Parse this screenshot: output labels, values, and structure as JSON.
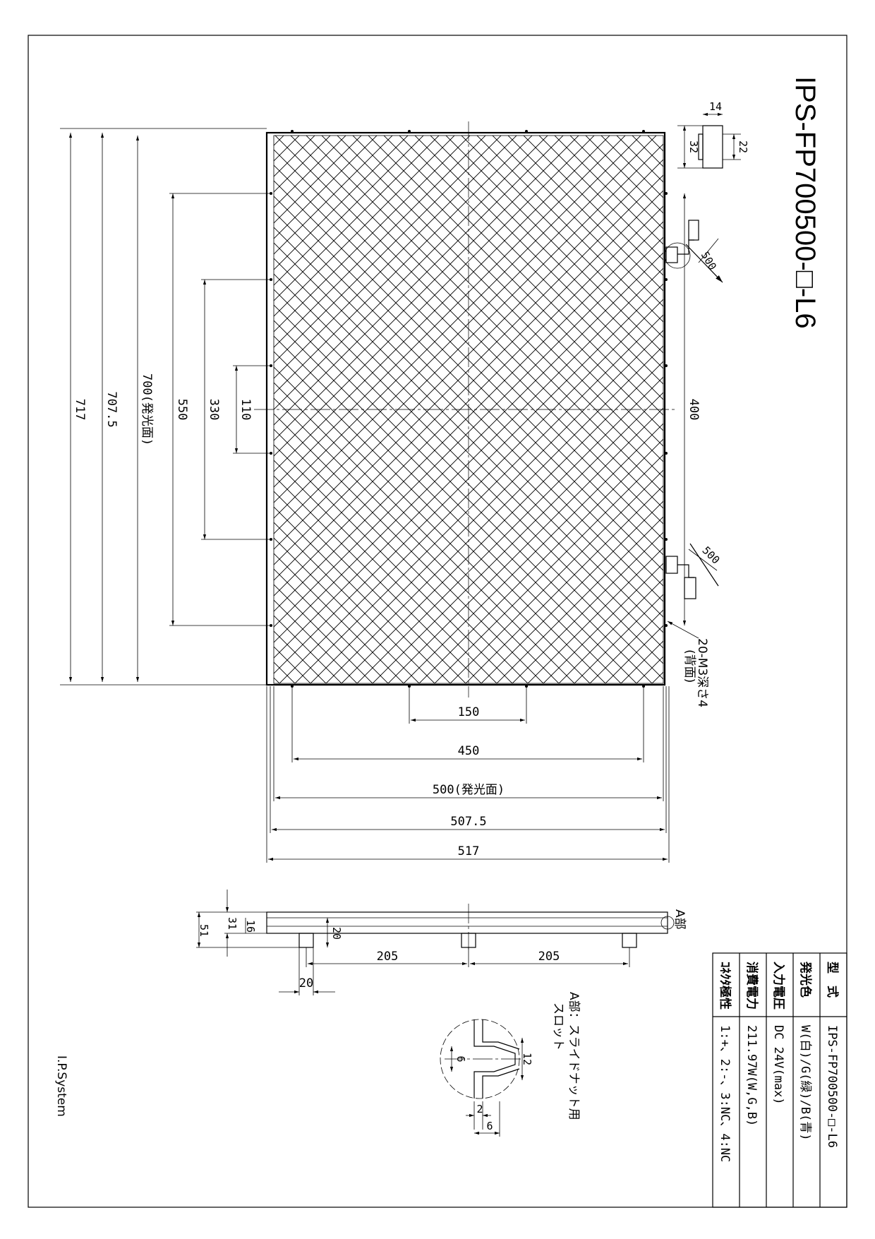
{
  "model_title": "IPS-FP700500-□-L6",
  "company": "I.P.System",
  "dimensions": {
    "h717": "717",
    "h707_5": "707.5",
    "h700": "700(発光面)",
    "h550": "550",
    "h330": "330",
    "h110": "110",
    "h400": "400",
    "w150": "150",
    "w450": "450",
    "w500": "500(発光面)",
    "w507_5": "507.5",
    "w517": "517",
    "cable_top": "500",
    "cable_bottom": "500",
    "conn_14": "14",
    "conn_22": "22",
    "conn_32": "32",
    "side_31": "31",
    "side_51": "51",
    "side_16": "16",
    "side_20v": "20",
    "side_205a": "205",
    "side_205b": "205",
    "side_20h": "20",
    "detail_12": "12",
    "detail_6v": "6",
    "detail_2": "2",
    "detail_6h": "6"
  },
  "notes": {
    "holes": "20-M3深さ4",
    "holes_sub": "(背面)",
    "part_a": "A部",
    "detail_title": "A部：スライドナット用",
    "detail_title2": "スロット"
  },
  "spec_table": {
    "rows": [
      {
        "label": "型　式",
        "value": "IPS-FP700500-□-L6"
      },
      {
        "label": "発光色",
        "value": "W(白)/G(緑)/B(青)"
      },
      {
        "label": "入力電圧",
        "value": "DC 24V(max)"
      },
      {
        "label": "消費電力",
        "value": "211.97W(W,G,B)"
      },
      {
        "label": "ｺﾈｸﾀ極性",
        "value": "1:+、2:-、3:NC、4:NC"
      }
    ]
  }
}
